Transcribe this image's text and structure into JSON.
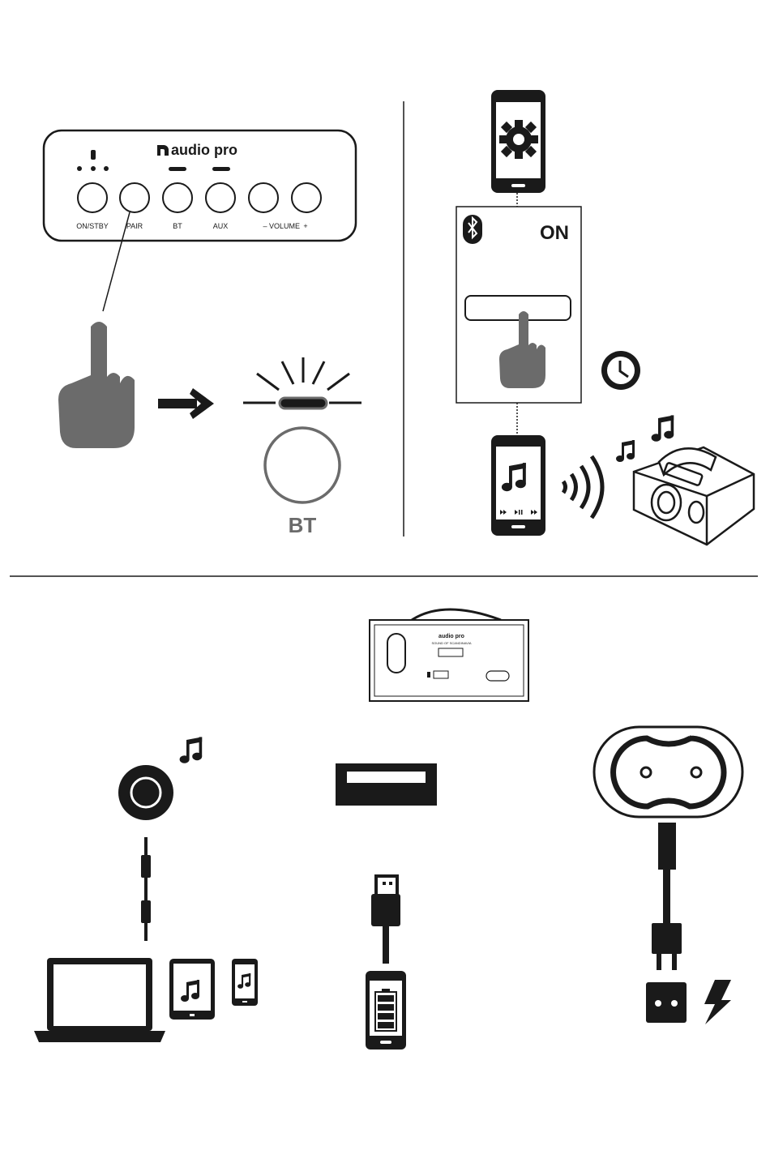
{
  "control_panel": {
    "brand": "audio pro",
    "buttons": {
      "on_stby": "ON/STBY",
      "pair": "PAIR",
      "bt": "BT",
      "aux": "AUX",
      "volume": "VOLUME",
      "vol_minus": "–",
      "vol_plus": "+"
    }
  },
  "pairing": {
    "bt_button_label": "BT"
  },
  "phone_settings": {
    "bluetooth_state": "ON"
  },
  "back_panel": {
    "brand": "audio pro",
    "tagline": "SOUND OF SCANDINAVIA"
  },
  "icons": {
    "finger": "pointing-hand-icon",
    "arrow": "arrow-right-icon",
    "gear": "gear-icon",
    "bluetooth": "bluetooth-icon",
    "clock": "clock-icon",
    "music": "music-note-icon",
    "wireless": "wireless-waves-icon",
    "battery": "battery-icon",
    "lightning": "lightning-icon"
  },
  "colors": {
    "ink": "#1a1a1a",
    "hand_gray": "#6b6b6b",
    "bt_ring": "#6b6b6b"
  }
}
